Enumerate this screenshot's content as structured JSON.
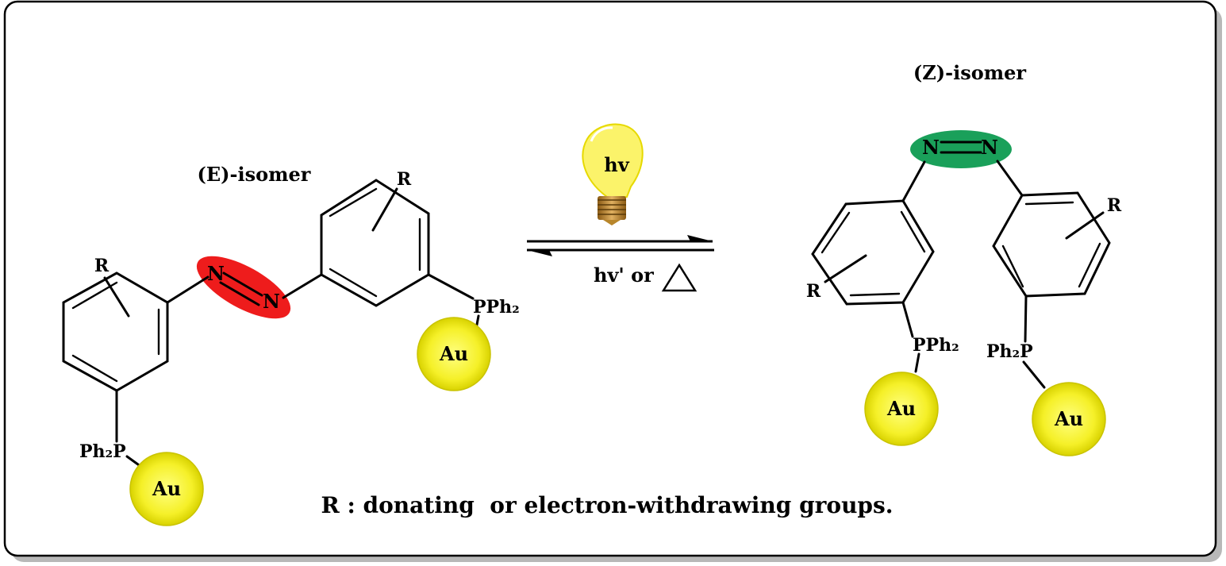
{
  "scheme": {
    "e_isomer": {
      "label": "(E)-isomer",
      "azo_atom_1": "N",
      "azo_atom_2": "N",
      "substituent_1": "R",
      "substituent_2": "R",
      "phosphine_left": "Ph₂P",
      "phosphine_right": "PPh₂",
      "particle_left": "Au",
      "particle_right": "Au",
      "azo_highlight_color": "#ee1c1c"
    },
    "z_isomer": {
      "label": "(Z)-isomer",
      "azo_atom_1": "N",
      "azo_atom_2": "N",
      "substituent_1": "R",
      "substituent_2": "R",
      "phosphine_left": "PPh₂",
      "phosphine_right": "Ph₂P",
      "particle_left": "Au",
      "particle_right": "Au",
      "azo_highlight_color": "#1aa05a"
    },
    "reaction": {
      "forward_condition": "hv",
      "reverse_condition": "hv' or",
      "heat_symbol": "triangle-icon",
      "bulb_icon": "lightbulb-icon"
    },
    "footnote": "R : donating  or electron-withdrawing groups.",
    "colors": {
      "gold_particle": "#f2ee1c",
      "bulb_glass": "#fbf36a",
      "bulb_base": "#b8862b",
      "frame": "#000000"
    }
  }
}
